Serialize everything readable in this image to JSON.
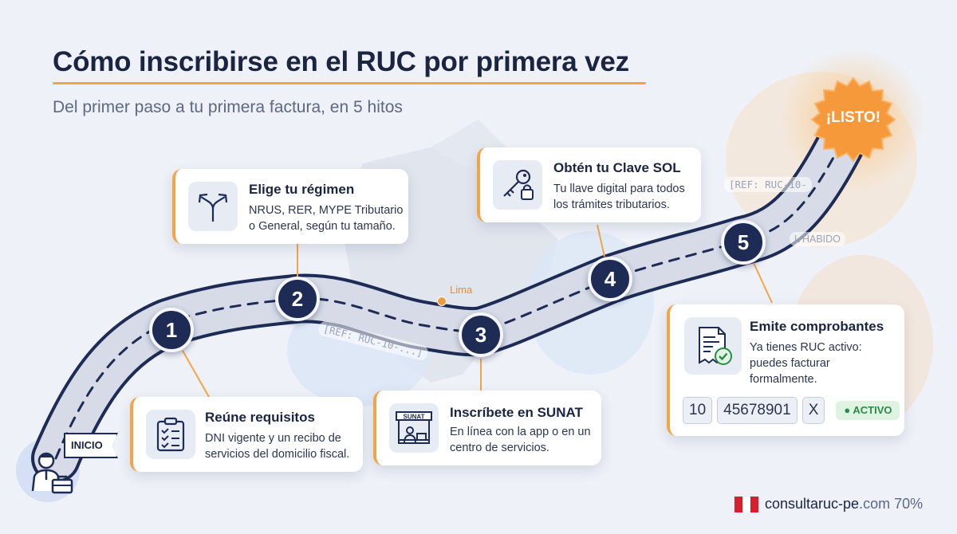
{
  "header": {
    "title": "Cómo inscribirse en el RUC por primera vez",
    "subtitle": "Del primer paso a tu primera factura, en 5 hitos"
  },
  "map": {
    "city_label": "Lima"
  },
  "refs": [
    "[REF: RUC-10-...]",
    "[REF: RUC-10-",
    "L HABIDO"
  ],
  "start": {
    "label": "INICIO"
  },
  "finish": {
    "label": "¡LISTO!"
  },
  "steps": [
    {
      "number": "1",
      "title": "Reúne requisitos",
      "desc": "DNI vigente y un recibo de servicios del domicilio fiscal.",
      "icon": "clipboard-checklist-icon"
    },
    {
      "number": "2",
      "title": "Elige tu régimen",
      "desc": "NRUS, RER, MYPE Tributario o General, según tu tamaño.",
      "icon": "split-arrows-icon"
    },
    {
      "number": "3",
      "title": "Inscríbete en SUNAT",
      "desc": "En línea con la app o en un centro de servicios.",
      "icon": "sunat-office-icon",
      "icon_text": "SUNAT"
    },
    {
      "number": "4",
      "title": "Obtén tu Clave SOL",
      "desc": "Tu llave digital para todos los trámites tributarios.",
      "icon": "key-lock-icon"
    },
    {
      "number": "5",
      "title": "Emite comprobantes",
      "desc": "Ya tienes RUC activo: puedes facturar formalmente.",
      "icon": "invoice-check-icon"
    }
  ],
  "ruc": {
    "prefix": "10",
    "number": "45678901",
    "check": "X",
    "status": "ACTIVO"
  },
  "brand": {
    "name": "consultaruc-pe",
    "tld": ".com",
    "percent": "70%"
  },
  "colors": {
    "navy": "#1d2b55",
    "accent": "#f4a448",
    "road": "#d6dbe7",
    "badge": "#f5993a",
    "status_green": "#2b8a45",
    "flag_red": "#d81e2c"
  }
}
